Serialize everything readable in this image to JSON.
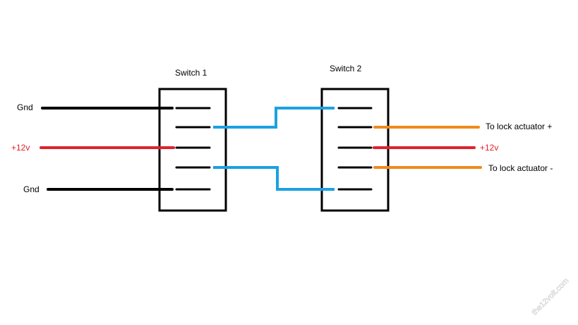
{
  "switches": {
    "switch1_label": "Switch 1",
    "switch2_label": "Switch 2"
  },
  "left_labels": {
    "gnd_top": "Gnd",
    "plus12v": "+12v",
    "gnd_bottom": "Gnd"
  },
  "right_labels": {
    "actuator_plus": "To lock actuator +",
    "plus12v": "+12v",
    "actuator_minus": "To lock actuator -"
  },
  "colors": {
    "ground": "#000000",
    "power": "#e0222b",
    "jumper": "#1ba1e2",
    "actuator": "#f08a1d"
  },
  "watermark": "the12volt.com"
}
